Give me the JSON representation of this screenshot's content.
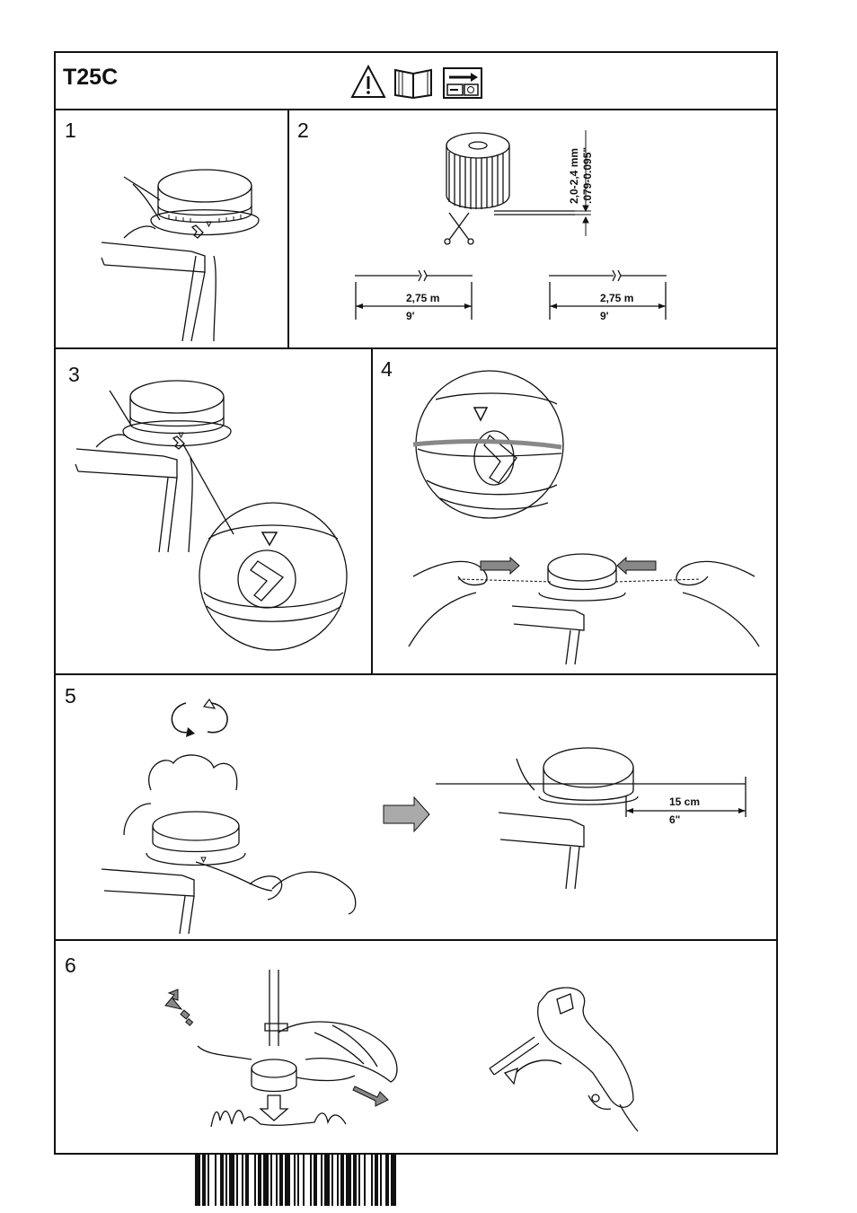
{
  "document": {
    "model": "T25C",
    "header_icons": [
      "warning-triangle-icon",
      "manual-book-icon",
      "stop-engine-icon"
    ],
    "steps": [
      {
        "number": "1"
      },
      {
        "number": "2",
        "line_diameter_mm": "2,0-2,4 mm",
        "line_diameter_in": ".079-0.095\"",
        "length_m": "2,75 m",
        "length_ft": "9'"
      },
      {
        "number": "3"
      },
      {
        "number": "4"
      },
      {
        "number": "5",
        "remaining_cm": "15 cm",
        "remaining_in": "6\""
      },
      {
        "number": "6"
      }
    ]
  }
}
